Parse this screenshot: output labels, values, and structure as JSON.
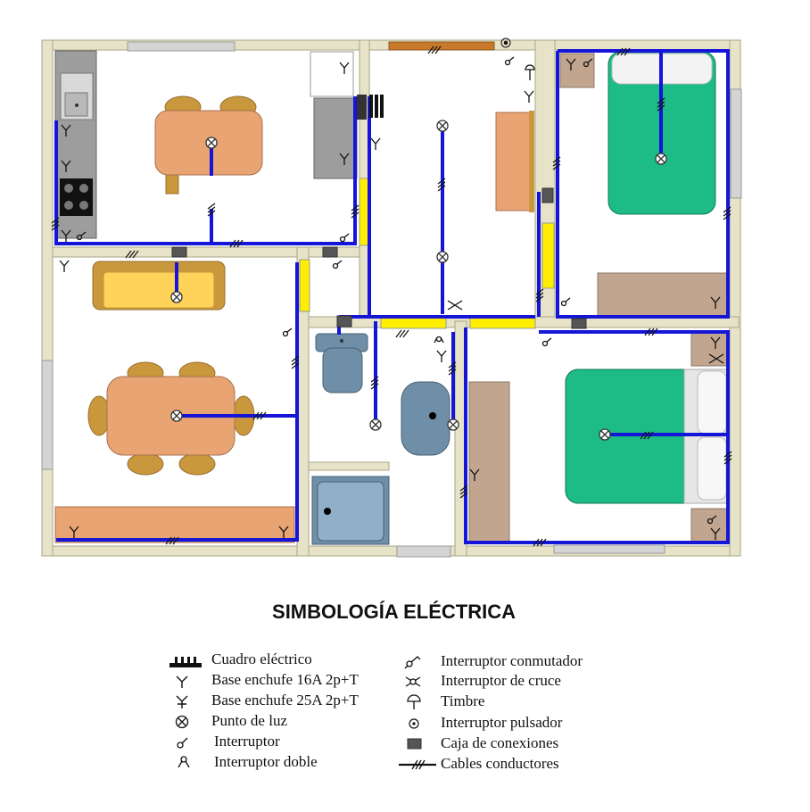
{
  "legend": {
    "title": "SIMBOLOGÍA ELÉCTRICA",
    "left_items": [
      {
        "icon": "electrical-panel-icon",
        "label": "Cuadro eléctrico"
      },
      {
        "icon": "socket-16a-icon",
        "label": "Base enchufe 16A 2p+T"
      },
      {
        "icon": "socket-25a-icon",
        "label": "Base enchufe 25A 2p+T"
      },
      {
        "icon": "light-point-icon",
        "label": "Punto de luz"
      },
      {
        "icon": "switch-icon",
        "label": "Interruptor"
      },
      {
        "icon": "double-switch-icon",
        "label": "Interruptor doble"
      }
    ],
    "right_items": [
      {
        "icon": "two-way-switch-icon",
        "label": "Interruptor conmutador"
      },
      {
        "icon": "cross-switch-icon",
        "label": "Interruptor de cruce"
      },
      {
        "icon": "doorbell-icon",
        "label": "Timbre"
      },
      {
        "icon": "push-button-icon",
        "label": "Interruptor pulsador"
      },
      {
        "icon": "junction-box-icon",
        "label": "Caja de conexiones"
      },
      {
        "icon": "cable-conductors-icon",
        "label": "Cables conductores"
      }
    ]
  },
  "colors": {
    "wall": "#e6e3c8",
    "wall_edge": "#a8a586",
    "wiring": "#1515d8",
    "furniture_orange": "#e8a472",
    "bed_green": "#1dbb86",
    "sofa_yellow": "#ffd35a",
    "door_yellow": "#ffee00",
    "fixture_blue": "#6f8fa8",
    "cabinet_tan": "#c1a58f",
    "kitchen_grey": "#9d9d9d"
  }
}
